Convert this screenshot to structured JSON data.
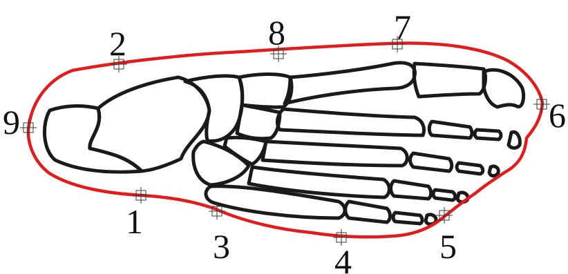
{
  "diagram": {
    "outline_color": "#e31b1b",
    "bone_color": "#1a1a1a",
    "landmarks": [
      {
        "id": "1",
        "label": "1"
      },
      {
        "id": "2",
        "label": "2"
      },
      {
        "id": "3",
        "label": "3"
      },
      {
        "id": "4",
        "label": "4"
      },
      {
        "id": "5",
        "label": "5"
      },
      {
        "id": "6",
        "label": "6"
      },
      {
        "id": "7",
        "label": "7"
      },
      {
        "id": "8",
        "label": "8"
      },
      {
        "id": "9",
        "label": "9"
      }
    ]
  }
}
